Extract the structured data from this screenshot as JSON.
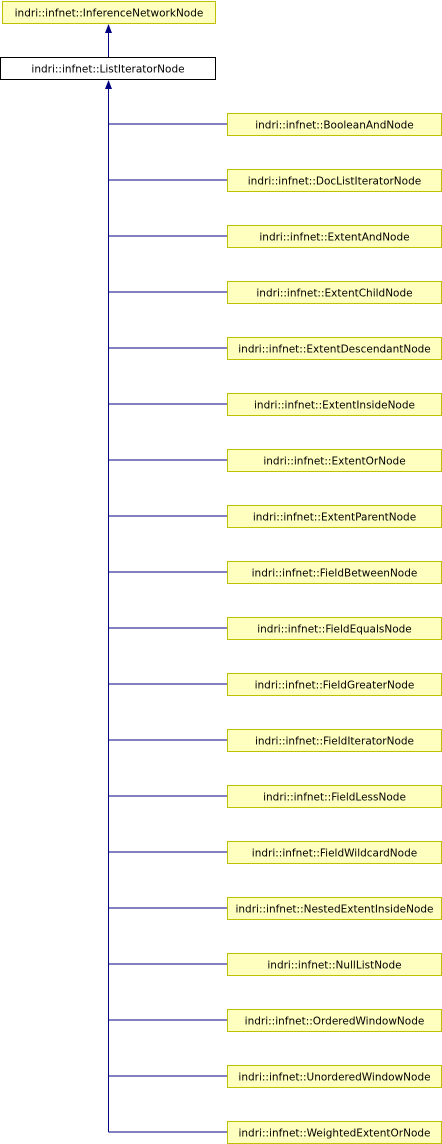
{
  "diagram": {
    "colors": {
      "node_fill": "#ffffc0",
      "node_border": "#c0c000",
      "current_fill": "#ffffff",
      "current_border": "#000000",
      "edge": "#000080"
    },
    "base": {
      "label": "indri::infnet::InferenceNetworkNode"
    },
    "current": {
      "label": "indri::infnet::ListIteratorNode"
    },
    "children": [
      {
        "label": "indri::infnet::BooleanAndNode"
      },
      {
        "label": "indri::infnet::DocListIteratorNode"
      },
      {
        "label": "indri::infnet::ExtentAndNode"
      },
      {
        "label": "indri::infnet::ExtentChildNode"
      },
      {
        "label": "indri::infnet::ExtentDescendantNode"
      },
      {
        "label": "indri::infnet::ExtentInsideNode"
      },
      {
        "label": "indri::infnet::ExtentOrNode"
      },
      {
        "label": "indri::infnet::ExtentParentNode"
      },
      {
        "label": "indri::infnet::FieldBetweenNode"
      },
      {
        "label": "indri::infnet::FieldEqualsNode"
      },
      {
        "label": "indri::infnet::FieldGreaterNode"
      },
      {
        "label": "indri::infnet::FieldIteratorNode"
      },
      {
        "label": "indri::infnet::FieldLessNode"
      },
      {
        "label": "indri::infnet::FieldWildcardNode"
      },
      {
        "label": "indri::infnet::NestedExtentInsideNode"
      },
      {
        "label": "indri::infnet::NullListNode"
      },
      {
        "label": "indri::infnet::OrderedWindowNode"
      },
      {
        "label": "indri::infnet::UnorderedWindowNode"
      },
      {
        "label": "indri::infnet::WeightedExtentOrNode"
      }
    ]
  }
}
